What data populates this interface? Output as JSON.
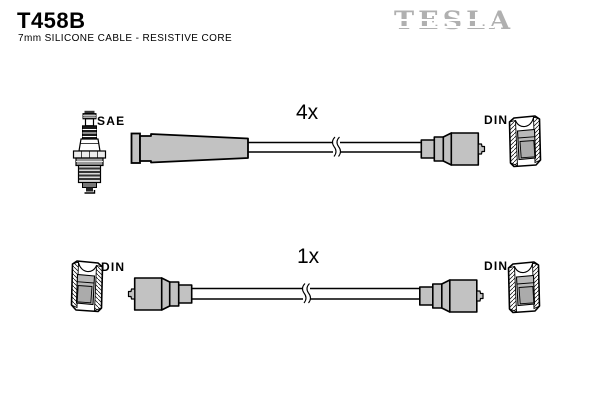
{
  "header": {
    "part_number": "T458B",
    "subtitle": "7mm SILICONE CABLE - RESISTIVE CORE",
    "brand": "TESLA"
  },
  "top_assembly": {
    "quantity_label": "4x",
    "plug_end_label": "SAE",
    "distributor_end_label": "DIN"
  },
  "bottom_assembly": {
    "quantity_label": "1x",
    "left_end_label": "DIN",
    "right_end_label": "DIN"
  },
  "icons": {
    "spark_plug": "spark-plug-icon",
    "plug_boot": "straight-boot-icon",
    "terminal": "cable-terminal-icon",
    "din_boot": "din-boot-cutaway-icon",
    "cable_break": "cable-break-icon"
  },
  "colors": {
    "outline": "#000000",
    "part_fill": "#c2c2c2",
    "part_fill_dark": "#ababab",
    "brand_gray": "#b0b0b0",
    "background": "#ffffff"
  }
}
